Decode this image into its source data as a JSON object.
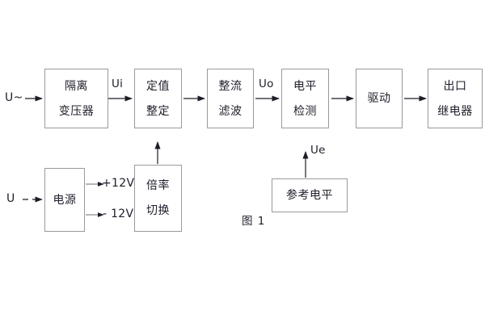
{
  "figure": {
    "caption": "图 1",
    "line_color": "#9a9a9f",
    "text_color": "#20202c",
    "background": "#ffffff"
  },
  "blocks": [
    {
      "id": "isolation-transformer",
      "lines": [
        "隔离",
        "变压器"
      ]
    },
    {
      "id": "setting-value",
      "lines": [
        "定值",
        "整定"
      ]
    },
    {
      "id": "rectify-filter",
      "lines": [
        "整流",
        "滤波"
      ]
    },
    {
      "id": "level-detect",
      "lines": [
        "电平",
        "检测"
      ]
    },
    {
      "id": "drive",
      "lines": [
        "驱动"
      ]
    },
    {
      "id": "output-relay",
      "lines": [
        "出口",
        "继电器"
      ]
    },
    {
      "id": "power-supply",
      "lines": [
        "电源"
      ]
    },
    {
      "id": "multiplier-switch",
      "lines": [
        "倍率",
        "切换"
      ]
    },
    {
      "id": "reference-level",
      "lines": [
        "参考电平"
      ]
    }
  ],
  "signals": {
    "ac_input": "U~",
    "dc_input": "U",
    "ui": "Ui",
    "uo": "Uo",
    "ue": "Ue",
    "rail_pos": "+12V",
    "rail_neg": "- 12V"
  }
}
